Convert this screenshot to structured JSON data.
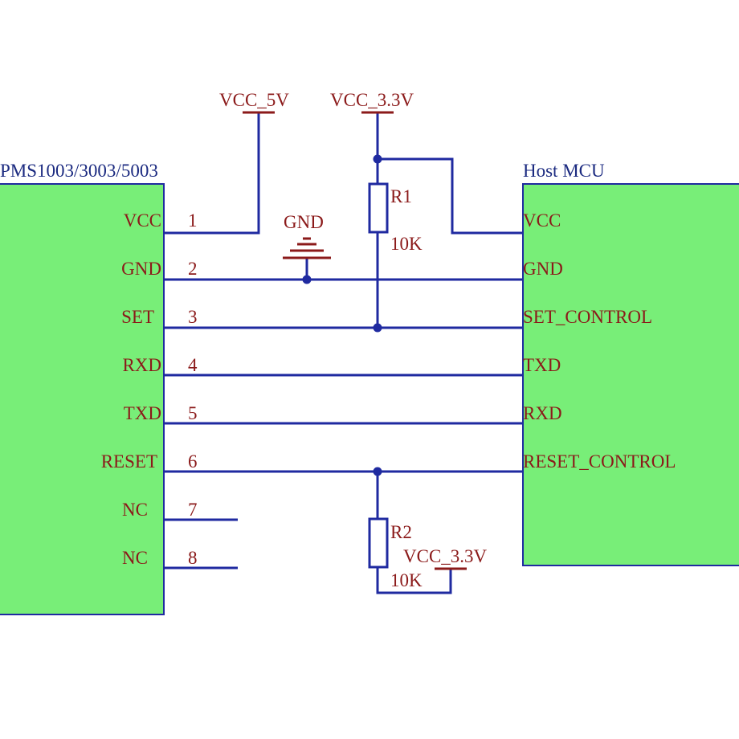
{
  "sensor": {
    "title": "PMS1003/3003/5003",
    "pins": [
      {
        "num": "1",
        "name": "VCC"
      },
      {
        "num": "2",
        "name": "GND"
      },
      {
        "num": "3",
        "name": "SET"
      },
      {
        "num": "4",
        "name": "RXD"
      },
      {
        "num": "5",
        "name": "TXD"
      },
      {
        "num": "6",
        "name": "RESET"
      },
      {
        "num": "7",
        "name": "NC"
      },
      {
        "num": "8",
        "name": "NC"
      }
    ]
  },
  "mcu": {
    "title": "Host MCU",
    "pins": [
      "VCC",
      "GND",
      "SET_CONTROL",
      "TXD",
      "RXD",
      "RESET_CONTROL"
    ]
  },
  "power": {
    "vcc5": "VCC_5V",
    "vcc33_top": "VCC_3.3V",
    "vcc33_bottom": "VCC_3.3V",
    "gnd": "GND"
  },
  "resistors": [
    {
      "ref": "R1",
      "value": "10K"
    },
    {
      "ref": "R2",
      "value": "10K"
    }
  ],
  "colors": {
    "chip_fill": "#78ee78",
    "wire": "#1f2aa0",
    "label": "#8b1a1a"
  }
}
